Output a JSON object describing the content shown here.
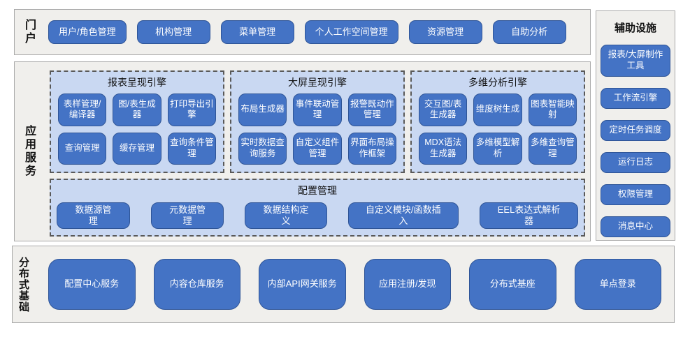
{
  "colors": {
    "button_blue": "#4473C5",
    "button_border": "#2F5597",
    "panel_blue": "#C9D8F2",
    "box_gray": "#F0EFEC",
    "box_border": "#A9A9A9",
    "dash_gray": "#595959"
  },
  "sections": {
    "portal": {
      "label": "门户",
      "items": [
        "用户/角色管理",
        "机构管理",
        "菜单管理",
        "个人工作空间管理",
        "资源管理",
        "自助分析"
      ]
    },
    "app_services": {
      "label": "应用服务",
      "panels": [
        {
          "title": "报表呈现引擎",
          "items": [
            "表样管理/编译器",
            "图/表生成器",
            "打印导出引擎",
            "查询管理",
            "缓存管理",
            "查询条件管理"
          ]
        },
        {
          "title": "大屏呈现引擎",
          "items": [
            "布局生成器",
            "事件联动管理",
            "报警既动作管理",
            "实时数据查询服务",
            "自定义组件管理",
            "界面布局操作框架"
          ]
        },
        {
          "title": "多维分析引擎",
          "items": [
            "交互图/表生成器",
            "维度树生成",
            "图表智能映射",
            "MDX语法生成器",
            "多维模型解析",
            "多维查询管理"
          ]
        }
      ],
      "config_panel": {
        "title": "配置管理",
        "items": [
          "数据源管理",
          "元数据管理",
          "数据结构定义",
          "自定义模块/函数插入",
          "EEL表达式解析器"
        ]
      }
    },
    "foundation": {
      "label": "分布式基础",
      "items": [
        "配置中心服务",
        "内容仓库服务",
        "内部API网关服务",
        "应用注册/发现",
        "分布式基座",
        "单点登录"
      ]
    },
    "auxiliary": {
      "title": "辅助设施",
      "items": [
        "报表/大屏制作工具",
        "工作流引擎",
        "定时任务调度",
        "运行日志",
        "权限管理",
        "消息中心"
      ]
    }
  }
}
